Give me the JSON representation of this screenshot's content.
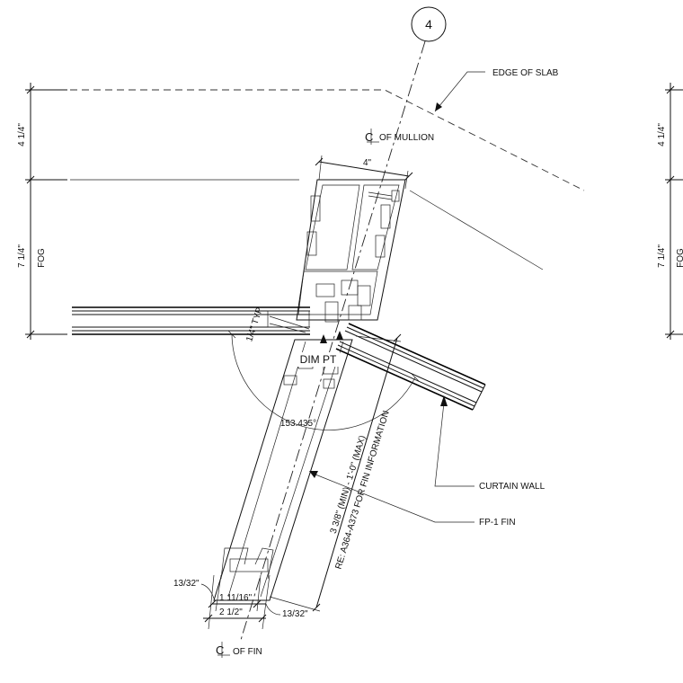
{
  "grid_bubble": {
    "label": "4"
  },
  "labels": {
    "edge_of_slab": "EDGE OF SLAB",
    "cl_of_mullion": "OF MULLION",
    "cl_of_fin": "OF FIN",
    "mullion_width": "4\"",
    "typ_gap": "1/4\" TYP",
    "dim_pt": "DIM PT",
    "angle": "153.435°",
    "curtain_wall": "CURTAIN WALL",
    "fp1_fin": "FP-1 FIN",
    "fin_length": "3 3/8\" (MIN) - 1'-0\" (MAX)",
    "fin_reference": "RE: A364-A373 FOR FIN INFORMATION",
    "dim_13_32_left": "13/32\"",
    "dim_1_11_16": "1 11/16\"",
    "dim_2_1_2": "2 1/2\"",
    "dim_13_32_right": "13/32\"",
    "left_dim_top": "4 1/4\"",
    "left_dim_bottom": "7 1/4\"",
    "fog": "FOG",
    "right_dim_top": "4 1/4\"",
    "right_dim_bottom": "7 1/4\"",
    "right_fog": "FOG"
  },
  "centerline_symbol": "CL",
  "colors": {
    "ink": "#111111",
    "background": "#ffffff"
  }
}
